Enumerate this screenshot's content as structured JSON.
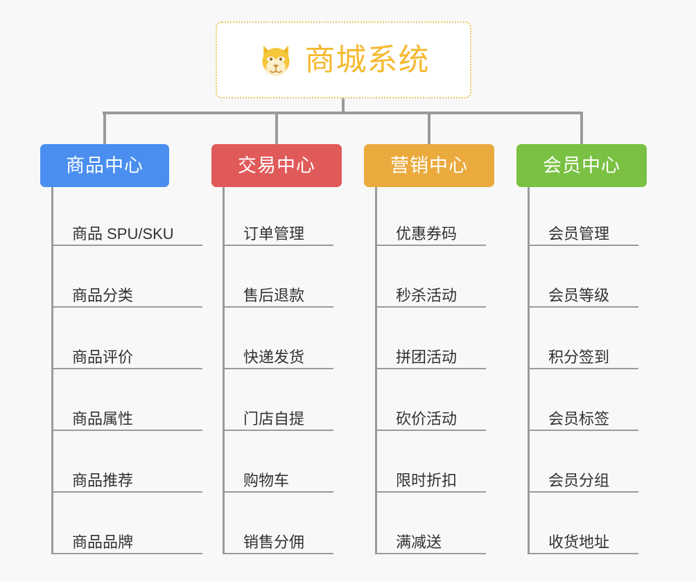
{
  "diagram": {
    "title": "商城系统",
    "background_color": "#f8f8f8",
    "root": {
      "label": "商城系统",
      "icon": "shiba-dog-face-icon",
      "text_color": "#f5b931",
      "border_color": "#f0c05a",
      "background_color": "#ffffff"
    },
    "connector_color": "#9a9a9a",
    "branches": [
      {
        "label": "商品中心",
        "color": "#4a8ef0",
        "items": [
          "商品 SPU/SKU",
          "商品分类",
          "商品评价",
          "商品属性",
          "商品推荐",
          "商品品牌"
        ]
      },
      {
        "label": "交易中心",
        "color": "#e15a5a",
        "items": [
          "订单管理",
          "售后退款",
          "快递发货",
          "门店自提",
          "购物车",
          "销售分佣"
        ]
      },
      {
        "label": "营销中心",
        "color": "#eaaa3d",
        "items": [
          "优惠券码",
          "秒杀活动",
          "拼团活动",
          "砍价活动",
          "限时折扣",
          "满减送"
        ]
      },
      {
        "label": "会员中心",
        "color": "#7ac143",
        "items": [
          "会员管理",
          "会员等级",
          "积分签到",
          "会员标签",
          "会员分组",
          "收货地址"
        ]
      }
    ]
  }
}
